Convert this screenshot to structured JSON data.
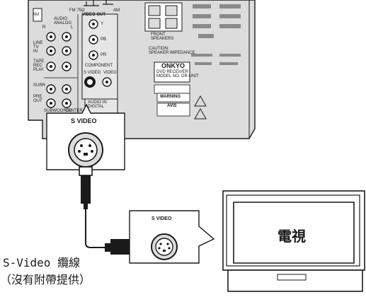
{
  "receiver": {
    "video_out": "VIDEO OUT",
    "fm": "FM 75Ω",
    "am": "AM",
    "xm": "XM",
    "audio_analog": "AUDIO\nANALOG",
    "r": "R",
    "l": "L",
    "line_tv_in": "LINE\nTV\nIN",
    "tape": "TAPE\nREC\nPLAY",
    "surr": "SURR",
    "pre_out": "PRE\nOUT",
    "subwoofer": "SUBWOOFER",
    "center": "CENTER",
    "y": "Y",
    "pb": "PB",
    "pr": "PR",
    "component": "COMPONENT",
    "s_video": "S VIDEO",
    "video": "VIDEO",
    "audio_in_digital": "AUDIO IN\nDIGITAL",
    "front_speakers": "FRONT\nSPEAKERS",
    "caution": "CAUTION:\nSPEAKER IMPEDANCE",
    "brand": "ONKYO",
    "model": "DVD RECEIVER\nMODEL NO. DR-UNIT",
    "warning": "WARNING",
    "avis": "AVIS"
  },
  "callout_receiver": {
    "label": "S VIDEO"
  },
  "callout_tv": {
    "label": "S VIDEO"
  },
  "tv": {
    "label": "電視"
  },
  "cable": {
    "line1": "S-Video 纜線",
    "line2": "（沒有附帶提供）"
  },
  "colors": {
    "ink": "#1a1a1a",
    "panel": "#dcdcdc",
    "panel_dark": "#8a8a8a",
    "paper": "#ffffff"
  }
}
